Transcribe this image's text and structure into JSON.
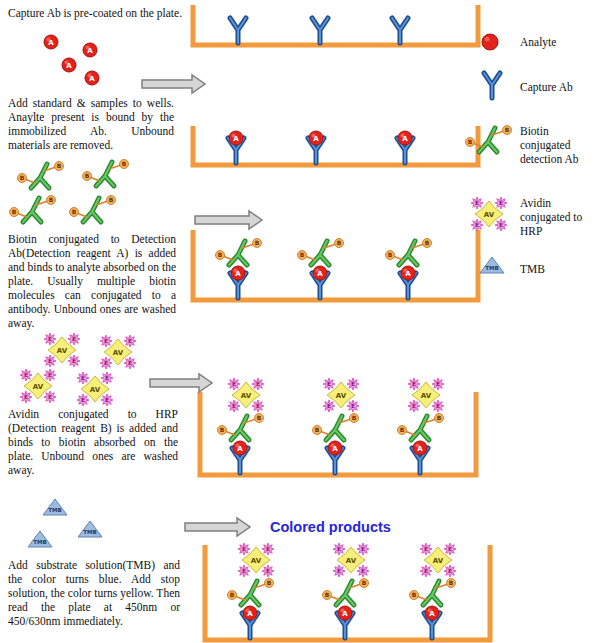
{
  "diagram": {
    "labels": [
      "Capture Ab is pre-coated on the plate.",
      "Add standard & samples to wells. Anaylte present is bound by the immobilized Ab. Unbound materials are removed.",
      "Biotin conjugated to Detection Ab(Detection reagent A) is added and binds to analyte absorbed on the plate. Usually multiple biotin molecules can conjugated to a antibody. Unbound ones are washed away.",
      "Avidin conjugated to HRP (Detection reagent B) is added and binds to biotin absorbed on the plate. Unbound ones are washed away.",
      "Add substrate solution(TMB) and the color turns blue. Add stop solution, the color turns yellow. Then read the plate at 450nm or 450/630nm immediately.",
      "Colored products",
      "A",
      "A",
      "A",
      "A",
      "A",
      "A",
      "A",
      "B",
      "B",
      "B",
      "B",
      "B",
      "B",
      "B",
      "B",
      "A",
      "B",
      "B",
      "A",
      "B",
      "B",
      "A",
      "B",
      "B",
      "AV",
      "E",
      "E",
      "E",
      "E",
      "AV",
      "E",
      "E",
      "E",
      "E",
      "AV",
      "E",
      "E",
      "E",
      "E",
      "AV",
      "E",
      "E",
      "E",
      "E",
      "A",
      "B",
      "B",
      "AV",
      "E",
      "E",
      "E",
      "E",
      "A",
      "B",
      "B",
      "AV",
      "E",
      "E",
      "E",
      "E",
      "A",
      "B",
      "B",
      "AV",
      "E",
      "E",
      "E",
      "E",
      "TMB",
      "TMB",
      "TMB",
      "A",
      "B",
      "B",
      "AV",
      "E",
      "E",
      "E",
      "E",
      "A",
      "B",
      "B",
      "AV",
      "E",
      "E",
      "E",
      "E",
      "A",
      "B",
      "B",
      "AV",
      "E",
      "E",
      "E",
      "E",
      "B",
      "B",
      "AV",
      "E",
      "E",
      "E",
      "E",
      "TMB"
    ],
    "legend": [
      {
        "text": "Analyte"
      },
      {
        "text": "Capture Ab"
      },
      {
        "text": "Biotin conjugated detection Ab"
      },
      {
        "text": "Avidin conjugated to HRP"
      },
      {
        "text": "TMB"
      }
    ]
  }
}
